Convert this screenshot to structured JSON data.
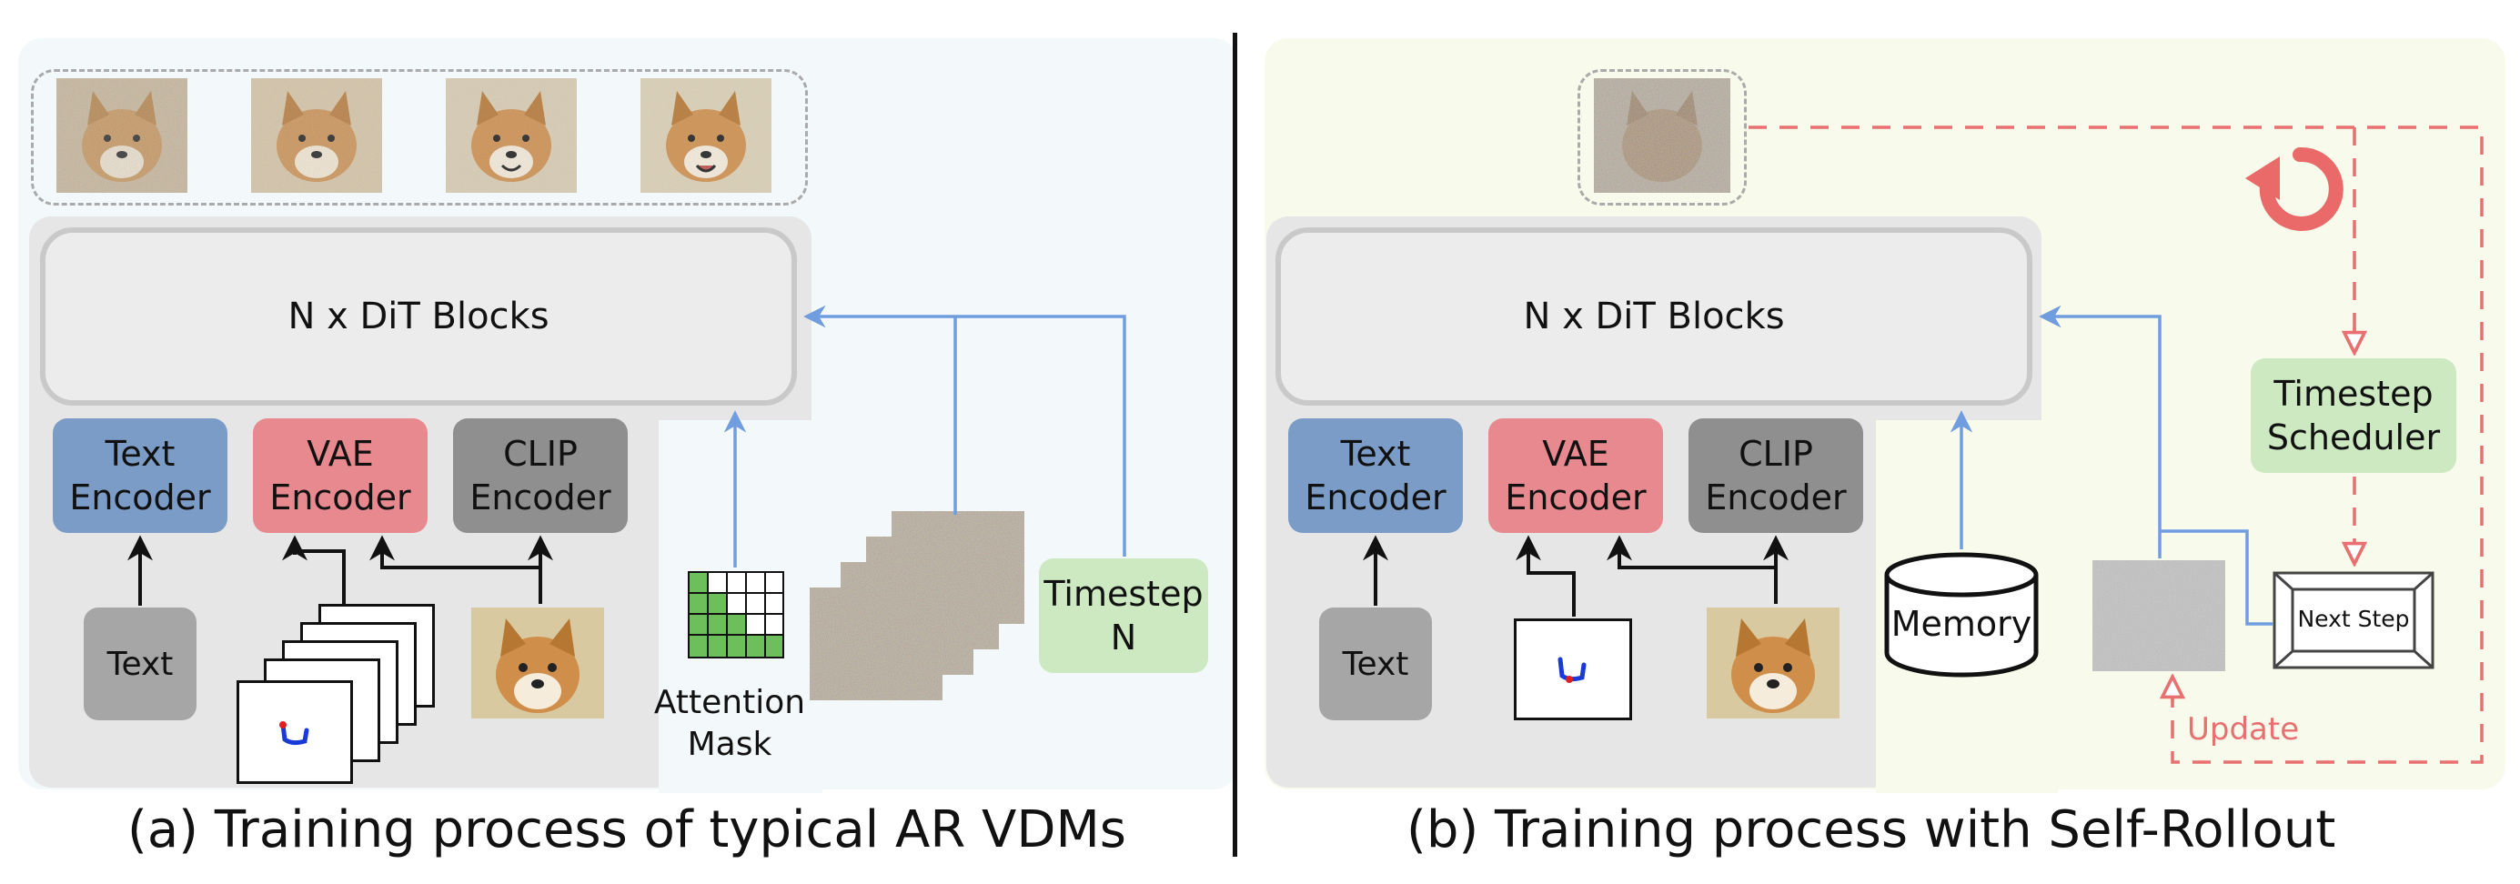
{
  "left_panel": {
    "dit_label": "N x DiT Blocks",
    "encoders": {
      "text": "Text\nEncoder",
      "vae": "VAE\nEncoder",
      "clip": "CLIP\nEncoder"
    },
    "text_input": "Text",
    "attention_mask_label": "Attention\nMask",
    "timestep_label": "Timestep\nN",
    "caption": "(a) Training process of typical AR VDMs"
  },
  "right_panel": {
    "dit_label": "N x DiT Blocks",
    "encoders": {
      "text": "Text\nEncoder",
      "vae": "VAE\nEncoder",
      "clip": "CLIP\nEncoder"
    },
    "text_input": "Text",
    "memory_label": "Memory",
    "scheduler_label": "Timestep\nScheduler",
    "next_step_label": "Next Step",
    "update_label": "Update",
    "caption": "(b) Training process with Self-Rollout"
  },
  "colors": {
    "left_bg": "#f4fafa",
    "right_bg": "#f8fbec",
    "text_encoder": "#7a9cc6",
    "vae_encoder": "#e8898f",
    "clip_encoder": "#8f8f8f",
    "timestep": "#cde9c2",
    "arrow_blue": "#6f9de0",
    "dashed_red": "#e87070"
  }
}
